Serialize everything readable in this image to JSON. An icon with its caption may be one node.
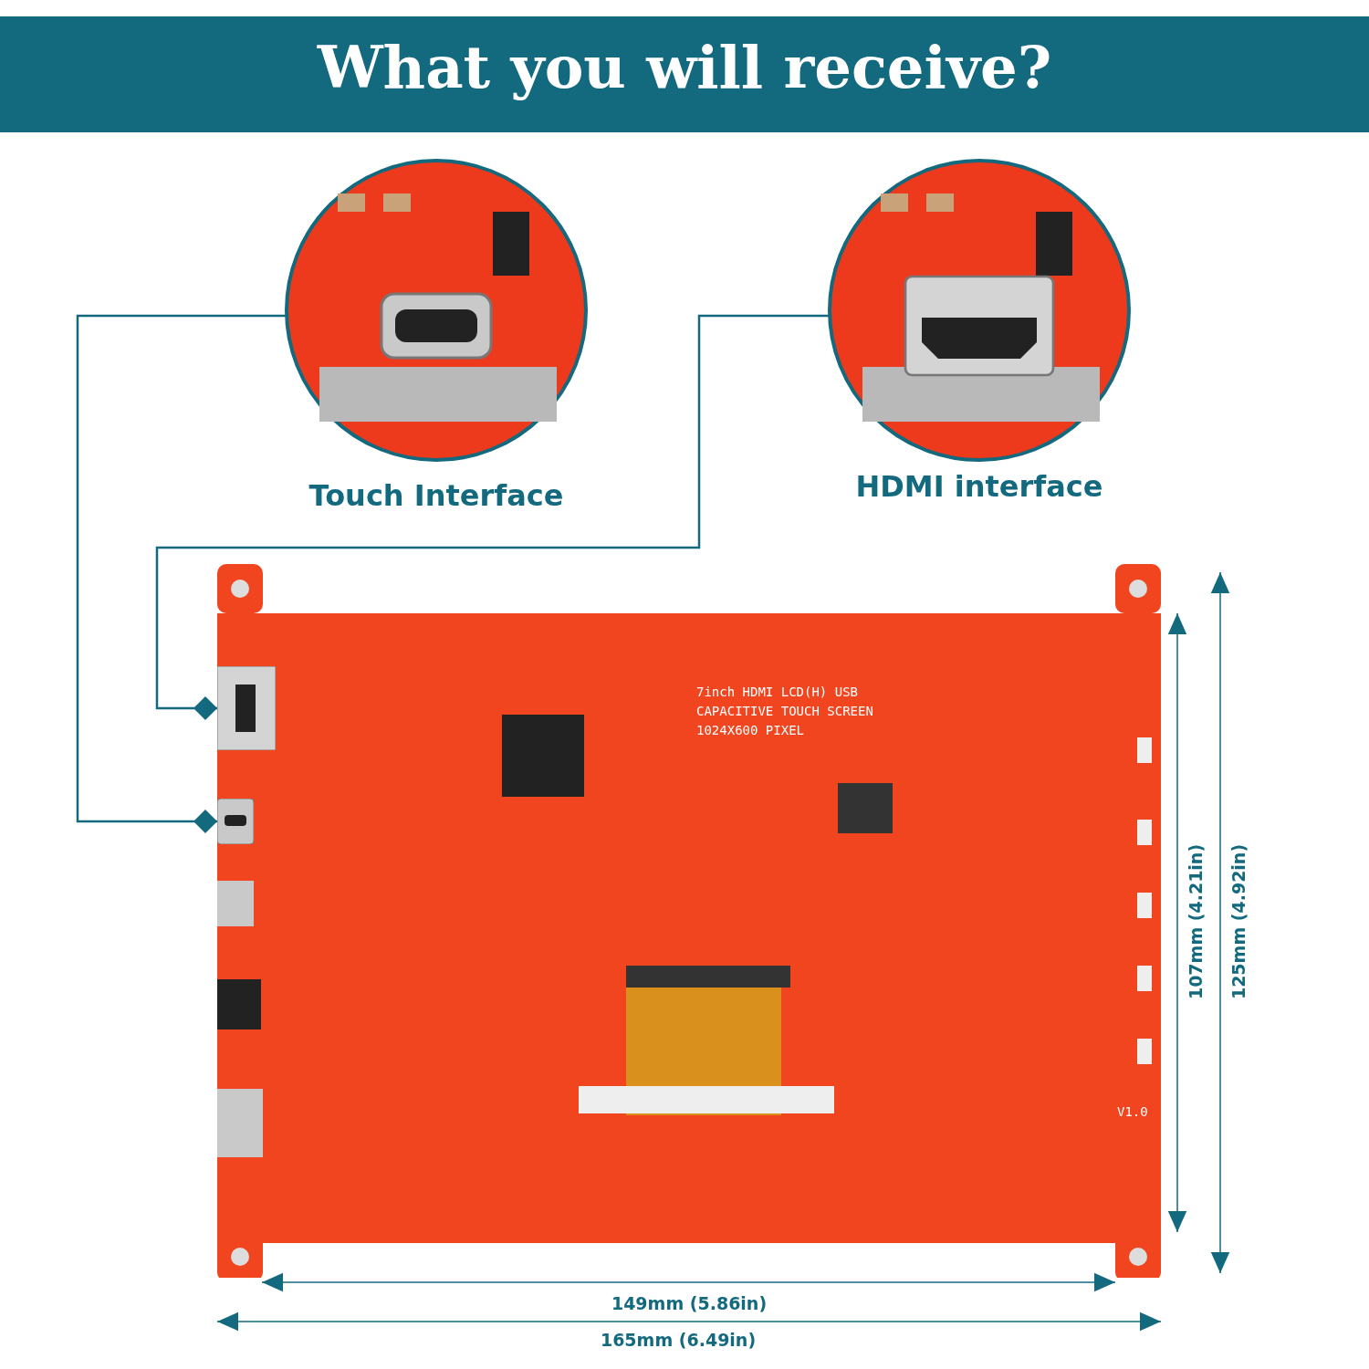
{
  "diagram": {
    "title": "What you will receive?",
    "nodes": [
      {
        "text": [
          "Touch Interface"
        ]
      },
      {
        "text": [
          "HDMI interface"
        ]
      },
      {
        "text": [
          "7inch HDMI LCD(H) USB CAPACITIVE TOUCH SCREEN 1024X600 PIXEL",
          "V1.0"
        ]
      },
      {
        "text": [],
        "shape": "picture",
        "in": 2
      },
      {
        "text": [],
        "shape": "picture",
        "in": 2
      }
    ],
    "edges": [
      {
        "from": 0,
        "to": 4,
        "arrow": "other"
      },
      {
        "from": 1,
        "to": 3,
        "arrow": "other"
      }
    ],
    "labels": [
      "107mm (4.21in)",
      "125mm (4.92in)",
      "149mm (5.86in)",
      "165mm (6.49in)"
    ]
  }
}
